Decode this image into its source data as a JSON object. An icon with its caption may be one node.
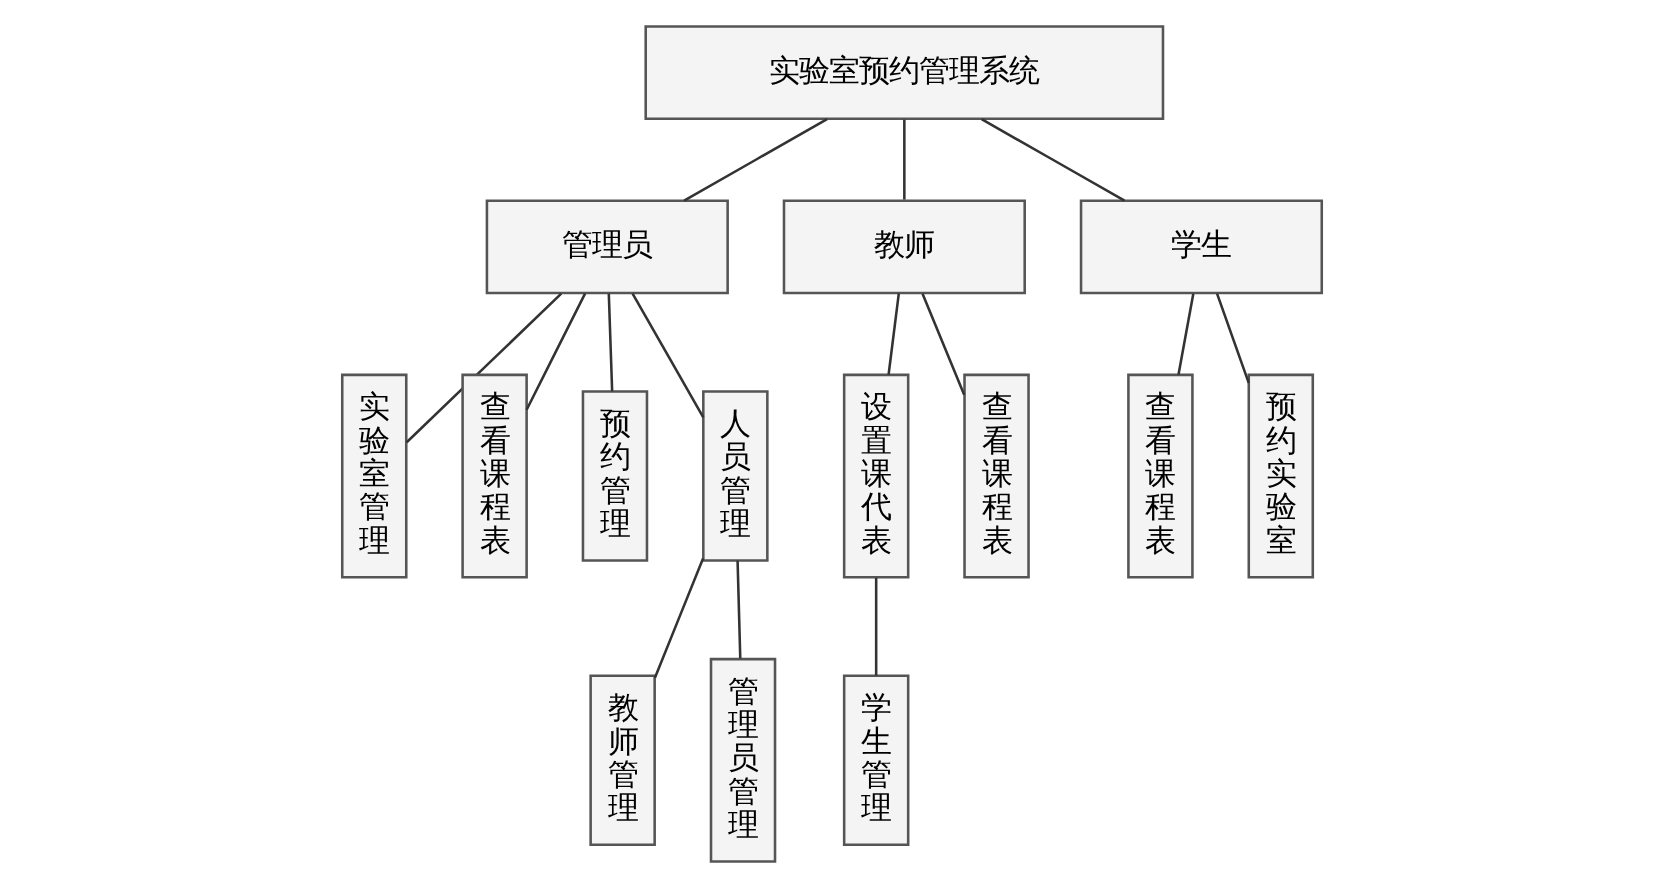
{
  "diagram": {
    "nodes": [
      {
        "text": [
          "实验室预约管理系统"
        ]
      },
      {
        "text": [
          "管理员"
        ]
      },
      {
        "text": [
          "教师"
        ]
      },
      {
        "text": [
          "学生"
        ]
      },
      {
        "text": [
          "实验室管理"
        ]
      },
      {
        "text": [
          "查看课程表"
        ]
      },
      {
        "text": [
          "预约管理"
        ]
      },
      {
        "text": [
          "人员管理"
        ]
      },
      {
        "text": [
          "教师管理"
        ]
      },
      {
        "text": [
          "管理员管理"
        ]
      },
      {
        "text": [
          "设置课代表"
        ]
      },
      {
        "text": [
          "学生管理"
        ]
      },
      {
        "text": [
          "查看课程表"
        ]
      },
      {
        "text": [
          "查看课程表"
        ]
      },
      {
        "text": [
          "预约实验室"
        ]
      }
    ],
    "edges": [
      {
        "from": 0,
        "to": 1,
        "arrow": "none"
      },
      {
        "from": 0,
        "to": 2,
        "arrow": "none"
      },
      {
        "from": 0,
        "to": 3,
        "arrow": "none"
      },
      {
        "from": 1,
        "to": 4,
        "arrow": "none"
      },
      {
        "from": 1,
        "to": 5,
        "arrow": "none"
      },
      {
        "from": 1,
        "to": 6,
        "arrow": "none"
      },
      {
        "from": 1,
        "to": 7,
        "arrow": "none"
      },
      {
        "from": 7,
        "to": 8,
        "arrow": "none"
      },
      {
        "from": 7,
        "to": 9,
        "arrow": "none"
      },
      {
        "from": 2,
        "to": 10,
        "arrow": "none"
      },
      {
        "from": 10,
        "to": 11,
        "arrow": "none"
      },
      {
        "from": 2,
        "to": 12,
        "arrow": "none"
      },
      {
        "from": 3,
        "to": 13,
        "arrow": "none"
      },
      {
        "from": 3,
        "to": 14,
        "arrow": "none"
      }
    ]
  }
}
